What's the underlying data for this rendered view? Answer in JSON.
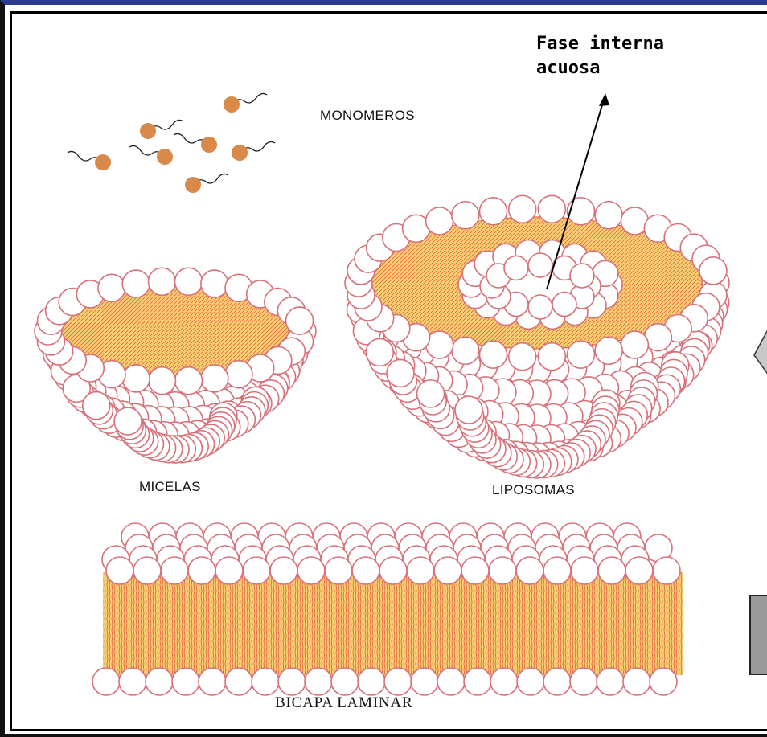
{
  "callout": {
    "line1": "Fase interna",
    "line2": "acuosa"
  },
  "labels": {
    "monomers": "MONOMEROS",
    "micelles": "MICELAS",
    "liposomes": "LIPOSOMAS",
    "bilayer": "BICAPA LAMINAR"
  },
  "colors": {
    "head_stroke": "#d8707a",
    "tail_fill": "#f2b84a",
    "tail_stroke": "#e0603e",
    "monomer_head": "#d9894a",
    "side_shape_fill": "#c8c8c8"
  }
}
